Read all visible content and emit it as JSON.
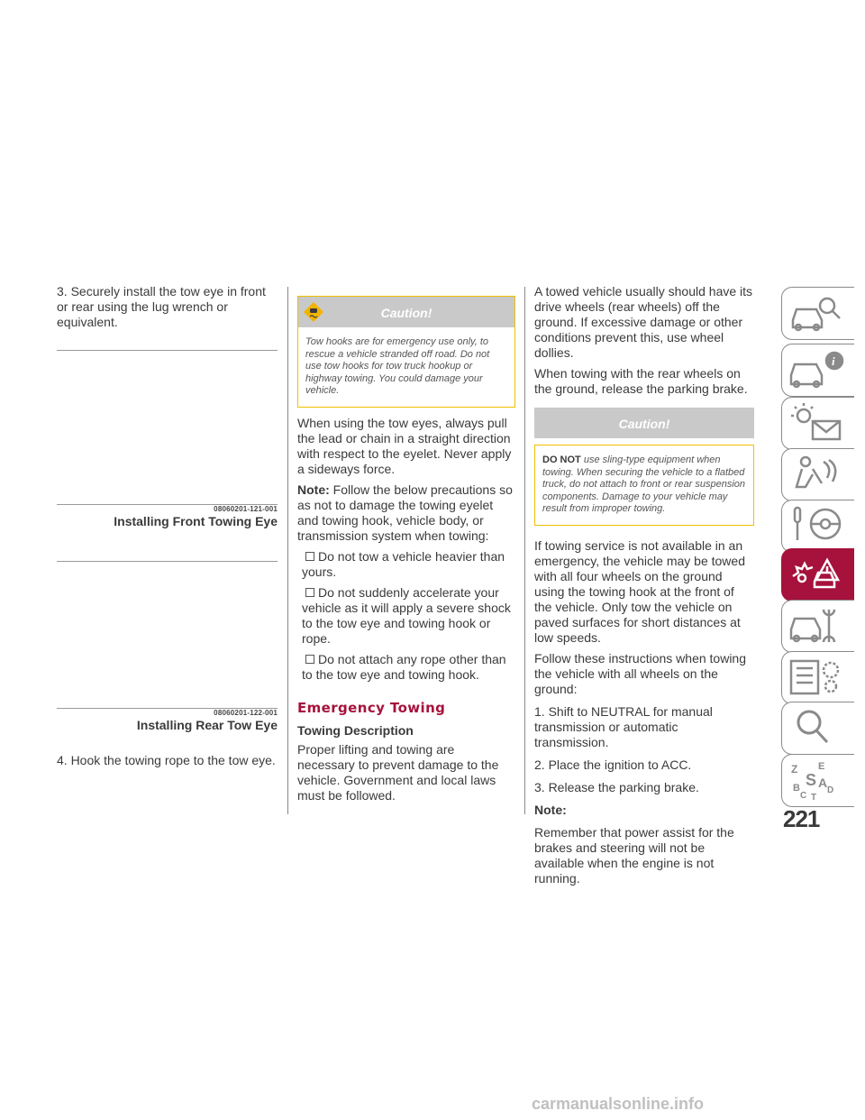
{
  "col1": {
    "step3": "3. Securely install the tow eye in front or rear using the lug wrench or equivalent.",
    "figure1": {
      "id": "08060201-121-001",
      "title": "Installing Front Towing Eye"
    },
    "figure2": {
      "id": "08060201-122-001",
      "title": "Installing Rear Tow Eye"
    },
    "step4": "4. Hook the towing rope to the tow eye."
  },
  "col2": {
    "caution1": {
      "title": "Caution!",
      "text": "Tow hooks are for emergency use only, to rescue a vehicle stranded off road. Do not use tow hooks for tow truck hookup or highway towing. You could damage your vehicle."
    },
    "para1": "When using the tow eyes, always pull the lead or chain in a straight direction with respect to the eyelet. Never apply a sideways force.",
    "note_label": "Note:",
    "note_text": "Follow the below precautions so as not to damage the towing eyelet and towing hook, vehicle body, or transmission system when towing:",
    "bullets": [
      "Do not tow a vehicle heavier than yours.",
      "Do not suddenly accelerate your vehicle as it will apply a severe shock to the tow eye and towing hook or rope.",
      "Do not attach any rope other than to the tow eye and towing hook."
    ],
    "heading": "Emergency Towing",
    "subheading": "Towing Description",
    "para2": "Proper lifting and towing are necessary to prevent damage to the vehicle. Government and local laws must be followed."
  },
  "col3": {
    "para1": "A towed vehicle usually should have its drive wheels (rear wheels) off the ground. If excessive damage or other conditions prevent this, use wheel dollies.",
    "para2": "When towing with the rear wheels on the ground, release the parking brake.",
    "caution2": {
      "title": "Caution!",
      "lead": "DO NOT",
      "text": "use sling-type equipment when towing. When securing the vehicle to a flatbed truck, do not attach to front or rear suspension components. Damage to your vehicle may result from improper towing."
    },
    "para3": "If towing service is not available in an emergency, the vehicle may be towed with all four wheels on the ground using the towing hook at the front of the vehicle. Only tow the vehicle on paved surfaces for short distances at low speeds.",
    "para4": "Follow these instructions when towing the vehicle with all wheels on the ground:",
    "steps": [
      "1. Shift to NEUTRAL for manual transmission or automatic transmission.",
      "2. Place the ignition to ACC.",
      "3. Release the parking brake."
    ],
    "note_label": "Note:",
    "note_text": "Remember that power assist for the brakes and steering will not be available when the engine is not running."
  },
  "page_number": "221",
  "watermark": "carmanualsonline.info",
  "colors": {
    "accent": "#a6123c",
    "caution_border": "#f0c000",
    "caution_header": "#c9c9c9"
  },
  "sidebar_icons": [
    "car-search-icon",
    "car-info-icon",
    "warning-lights-icon",
    "safety-airbag-icon",
    "starting-driving-icon",
    "emergency-icon",
    "maintenance-icon",
    "specifications-icon",
    "index-search-icon",
    "alphabetical-index-icon"
  ]
}
